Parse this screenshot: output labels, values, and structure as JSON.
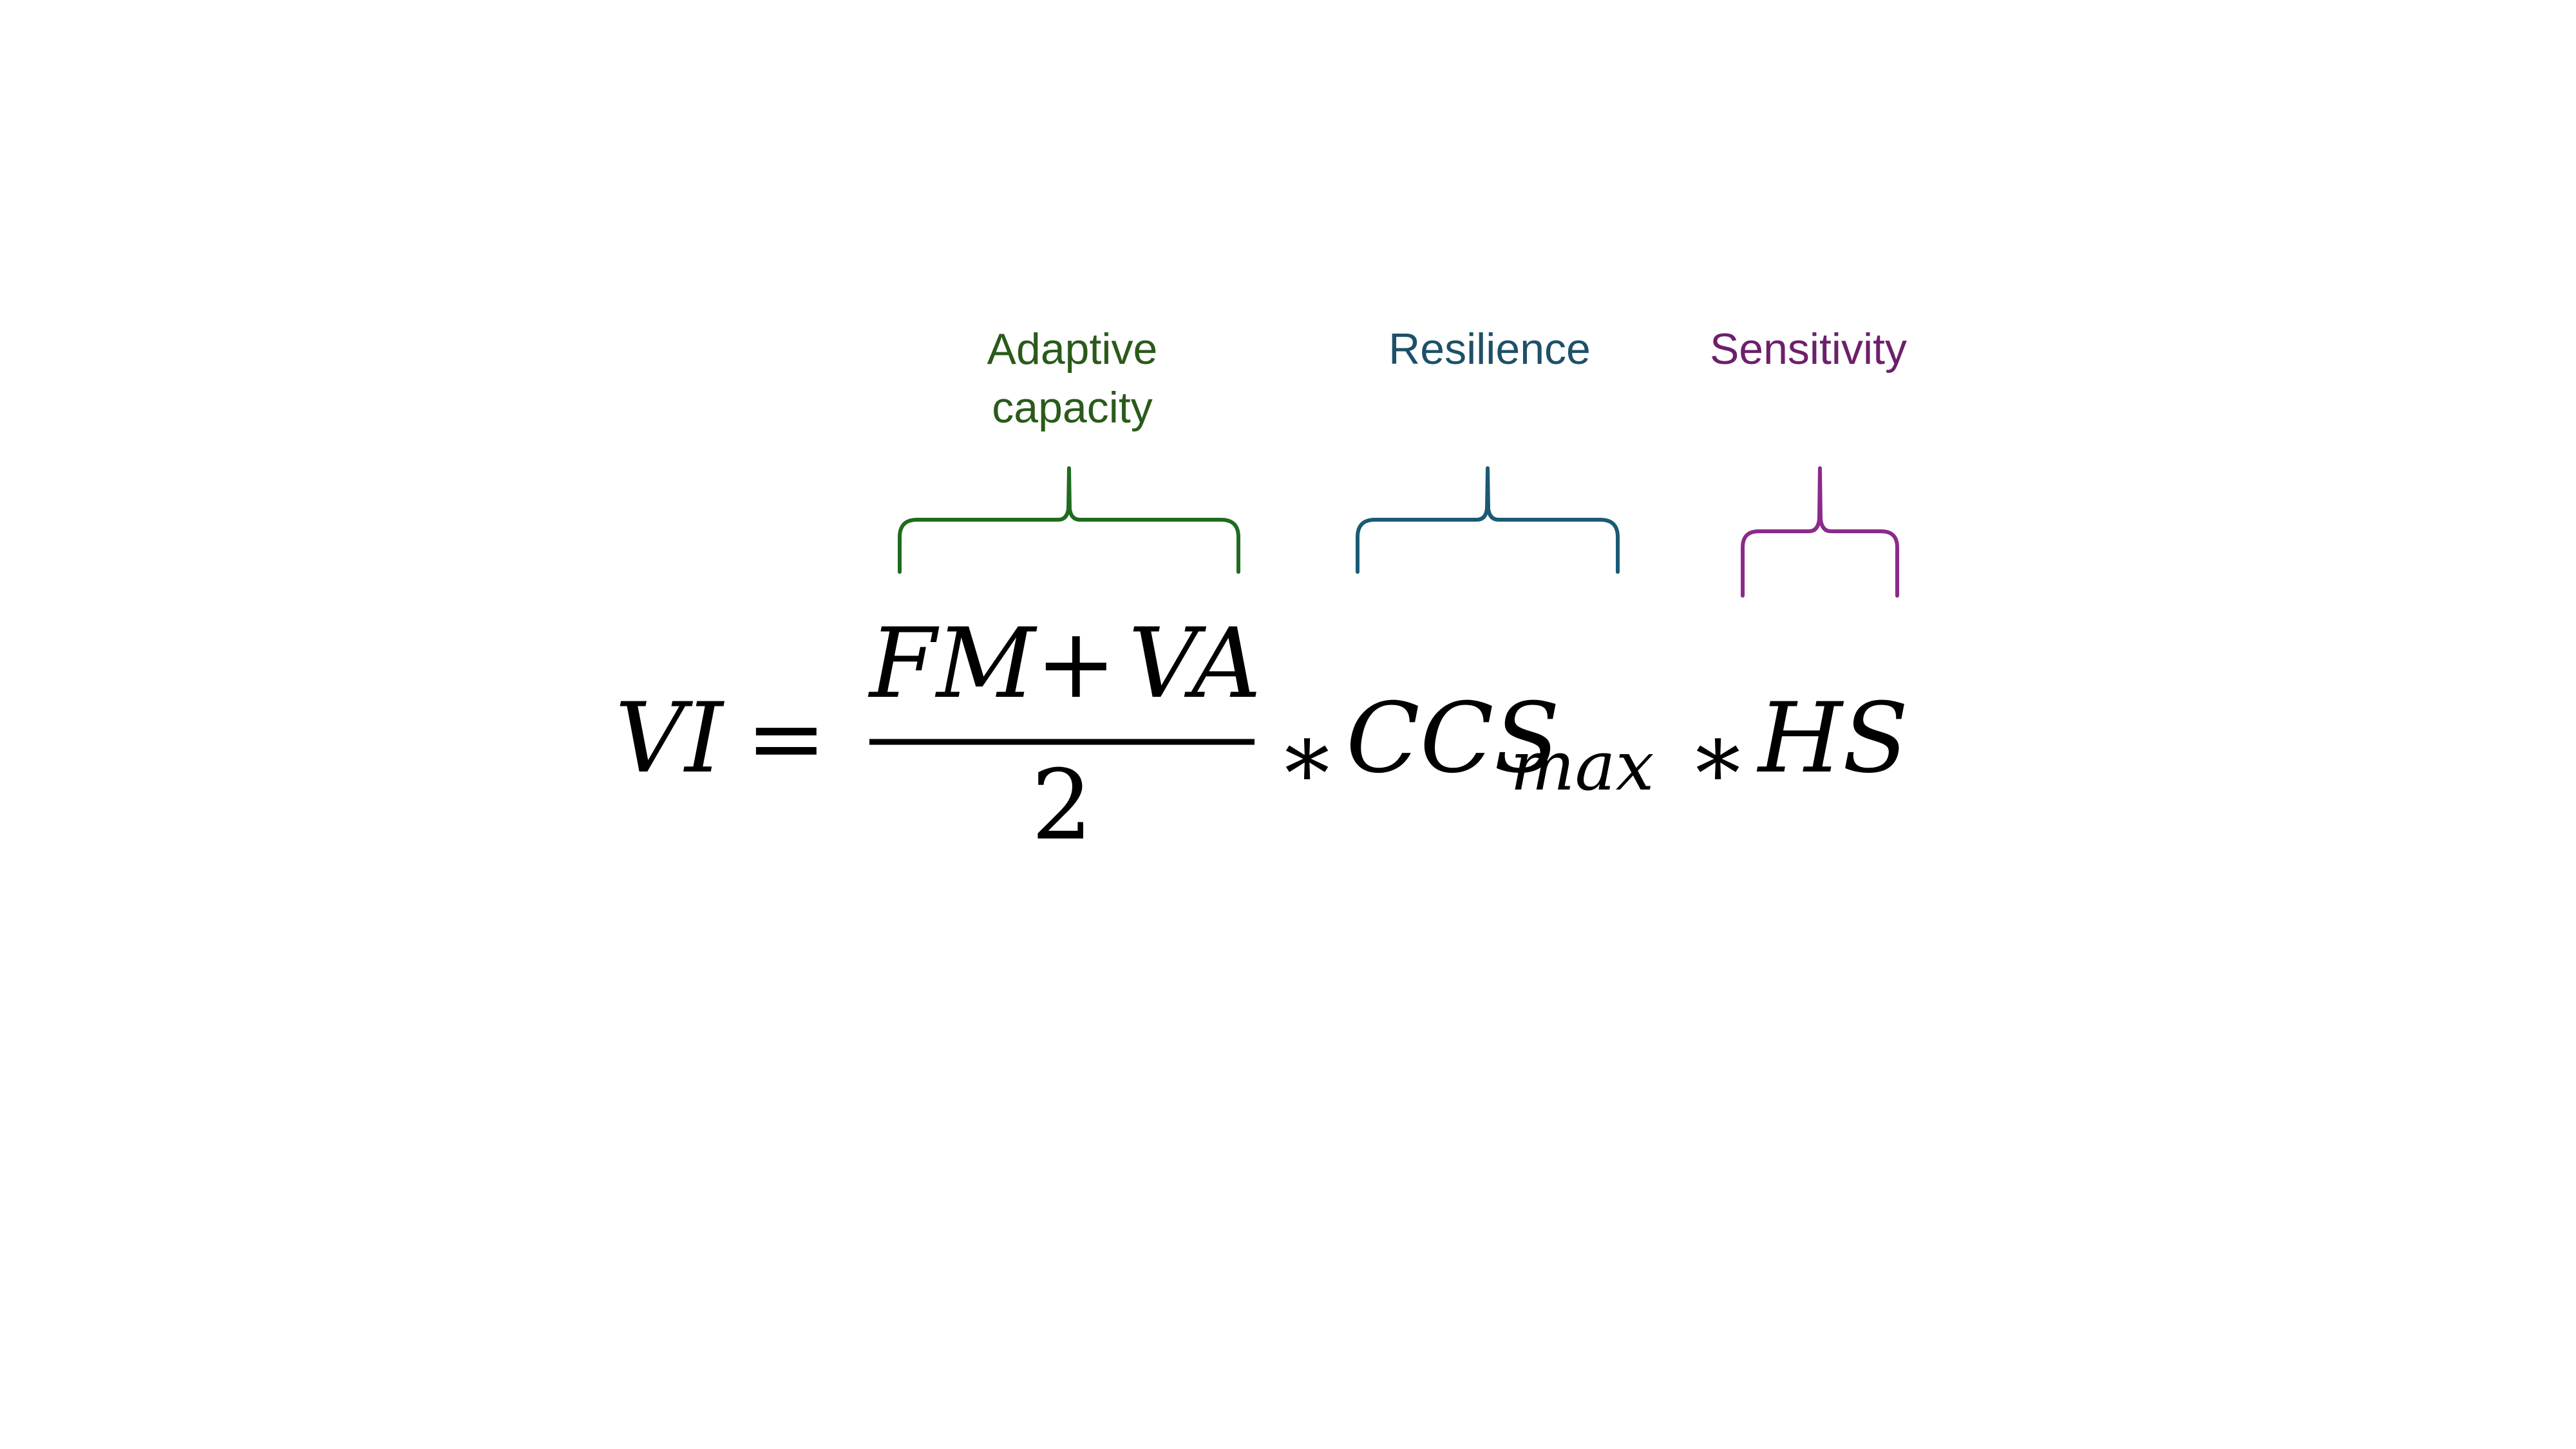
{
  "labels": {
    "adaptive_line1": "Adaptive",
    "adaptive_line2": "capacity",
    "resilience": "Resilience",
    "sensitivity": "Sensitivity"
  },
  "colors": {
    "adaptive": "#1f6b1f",
    "resilience": "#1a5a75",
    "sensitivity": "#8b2a8b",
    "adaptive_text": "#2a5a1a",
    "resilience_text": "#1e5068",
    "sensitivity_text": "#6e1f6a",
    "ink": "#000000"
  },
  "formula": {
    "lhs": "VI",
    "equals": "=",
    "numerator_left": "FM",
    "plus": "+",
    "numerator_right": "VA",
    "denominator": "2",
    "times1": "∗",
    "ccs": "CCS",
    "ccs_subscript": "max",
    "times2": "∗",
    "hs": "HS"
  }
}
